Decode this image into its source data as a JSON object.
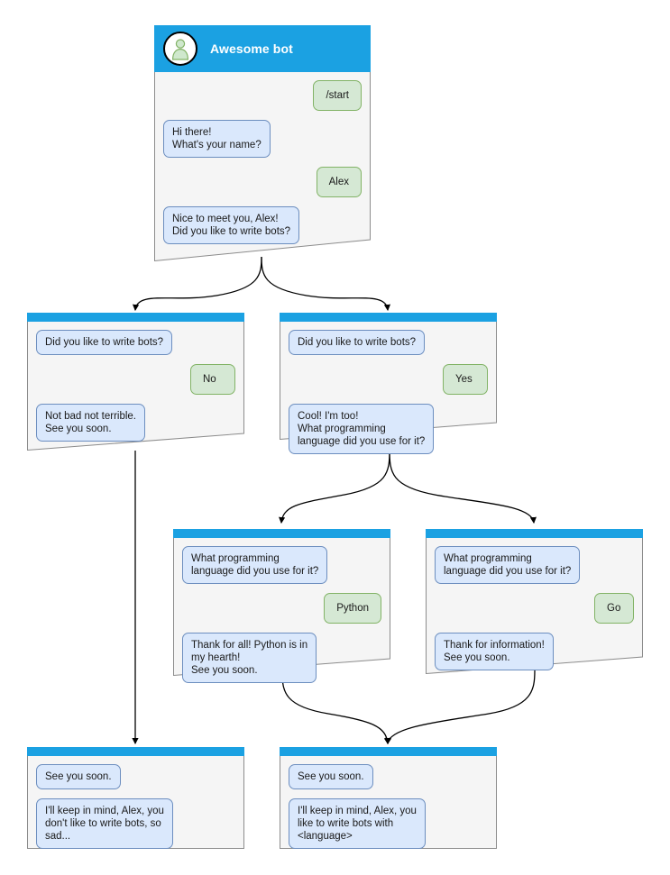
{
  "diagram": {
    "title": "Awesome bot chatbot conversation flow",
    "colors": {
      "node_header": "#1ba1e2",
      "node_body": "#f5f5f5",
      "node_border": "#8c8c8c",
      "bot_bubble_fill": "#dae8fc",
      "bot_bubble_border": "#6c8ebf",
      "user_bubble_fill": "#d5e8d4",
      "user_bubble_border": "#82b366",
      "edge": "#000000",
      "canvas": "#ffffff"
    }
  },
  "nodes": [
    {
      "id": "root",
      "is_root": true,
      "bot_name": "Awesome bot",
      "avatar_icon": "person-avatar-icon",
      "messages": [
        {
          "side": "right",
          "speaker": "user",
          "text": "/start"
        },
        {
          "side": "left",
          "speaker": "bot",
          "text": "Hi there!\nWhat's your name?"
        },
        {
          "side": "right",
          "speaker": "user",
          "text": "Alex"
        },
        {
          "side": "left",
          "speaker": "bot",
          "text": "Nice to meet you, Alex!\nDid you like to write bots?"
        }
      ]
    },
    {
      "id": "no-branch",
      "is_root": false,
      "messages": [
        {
          "side": "left",
          "speaker": "bot",
          "text": "Did you like to write bots?"
        },
        {
          "side": "right",
          "speaker": "user",
          "text": "No"
        },
        {
          "side": "left",
          "speaker": "bot",
          "text": "Not bad not terrible.\nSee you soon."
        }
      ]
    },
    {
      "id": "yes-branch",
      "is_root": false,
      "messages": [
        {
          "side": "left",
          "speaker": "bot",
          "text": "Did you like to write bots?"
        },
        {
          "side": "right",
          "speaker": "user",
          "text": "Yes"
        },
        {
          "side": "left",
          "speaker": "bot",
          "text": "Cool! I'm too!\nWhat programming\nlanguage did you use for it?"
        }
      ]
    },
    {
      "id": "python-branch",
      "is_root": false,
      "messages": [
        {
          "side": "left",
          "speaker": "bot",
          "text": "What programming\nlanguage did you use for it?"
        },
        {
          "side": "right",
          "speaker": "user",
          "text": "Python"
        },
        {
          "side": "left",
          "speaker": "bot",
          "text": "Thank for all! Python is in\nmy hearth!\nSee you soon."
        }
      ]
    },
    {
      "id": "go-branch",
      "is_root": false,
      "messages": [
        {
          "side": "left",
          "speaker": "bot",
          "text": "What programming\nlanguage did you use for it?"
        },
        {
          "side": "right",
          "speaker": "user",
          "text": "Go"
        },
        {
          "side": "left",
          "speaker": "bot",
          "text": "Thank for information!\nSee you soon."
        }
      ]
    },
    {
      "id": "end-no",
      "is_root": false,
      "messages": [
        {
          "side": "left",
          "speaker": "bot",
          "text": "See you soon."
        },
        {
          "side": "left",
          "speaker": "bot",
          "text": "I'll keep in mind, Alex, you\ndon't like to write bots, so\nsad..."
        }
      ]
    },
    {
      "id": "end-yes",
      "is_root": false,
      "messages": [
        {
          "side": "left",
          "speaker": "bot",
          "text": "See you soon."
        },
        {
          "side": "left",
          "speaker": "bot",
          "text": "I'll keep in mind, Alex, you\nlike to write bots with\n<language>"
        }
      ]
    }
  ],
  "edges": [
    {
      "from": "root",
      "to": "no-branch"
    },
    {
      "from": "root",
      "to": "yes-branch"
    },
    {
      "from": "no-branch",
      "to": "end-no"
    },
    {
      "from": "yes-branch",
      "to": "python-branch"
    },
    {
      "from": "yes-branch",
      "to": "go-branch"
    },
    {
      "from": "python-branch",
      "to": "end-yes"
    },
    {
      "from": "go-branch",
      "to": "end-yes"
    }
  ]
}
